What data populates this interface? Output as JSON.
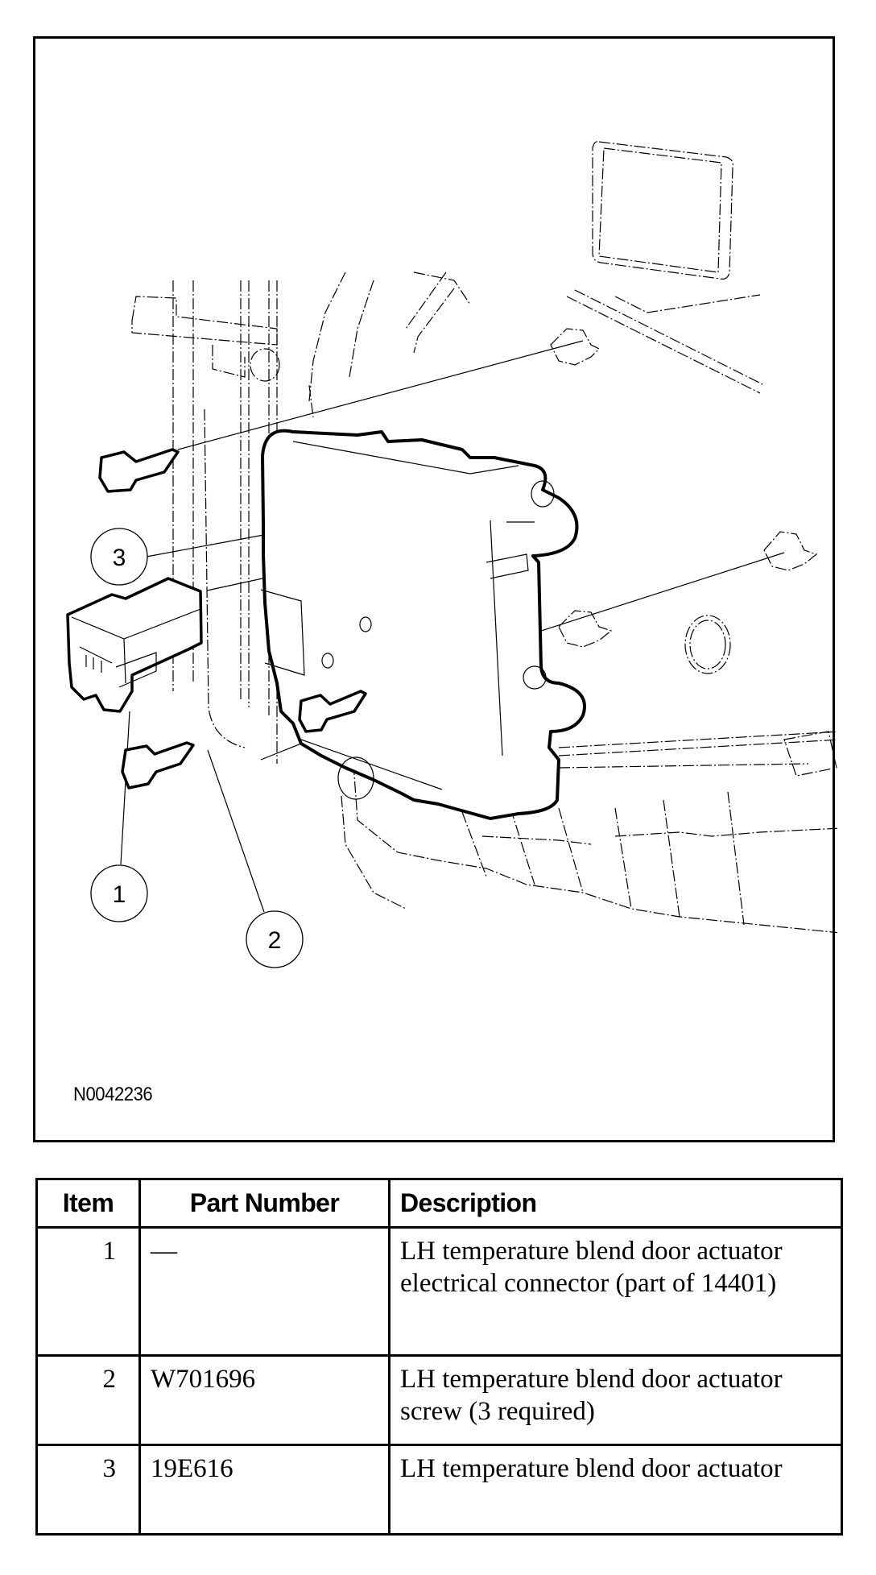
{
  "figure": {
    "id": "N0042236",
    "callouts": [
      {
        "number": "1",
        "target": "electrical connector"
      },
      {
        "number": "2",
        "target": "screw"
      },
      {
        "number": "3",
        "target": "actuator"
      }
    ]
  },
  "parts_table": {
    "headers": {
      "item": "Item",
      "part_number": "Part Number",
      "description": "Description"
    },
    "rows": [
      {
        "item": "1",
        "part_number": "—",
        "description": "LH temperature blend door actuator electrical connector (part of 14401)"
      },
      {
        "item": "2",
        "part_number": "W701696",
        "description": "LH temperature blend door actuator screw (3 required)"
      },
      {
        "item": "3",
        "part_number": "19E616",
        "description": "LH temperature blend door actuator"
      }
    ]
  }
}
